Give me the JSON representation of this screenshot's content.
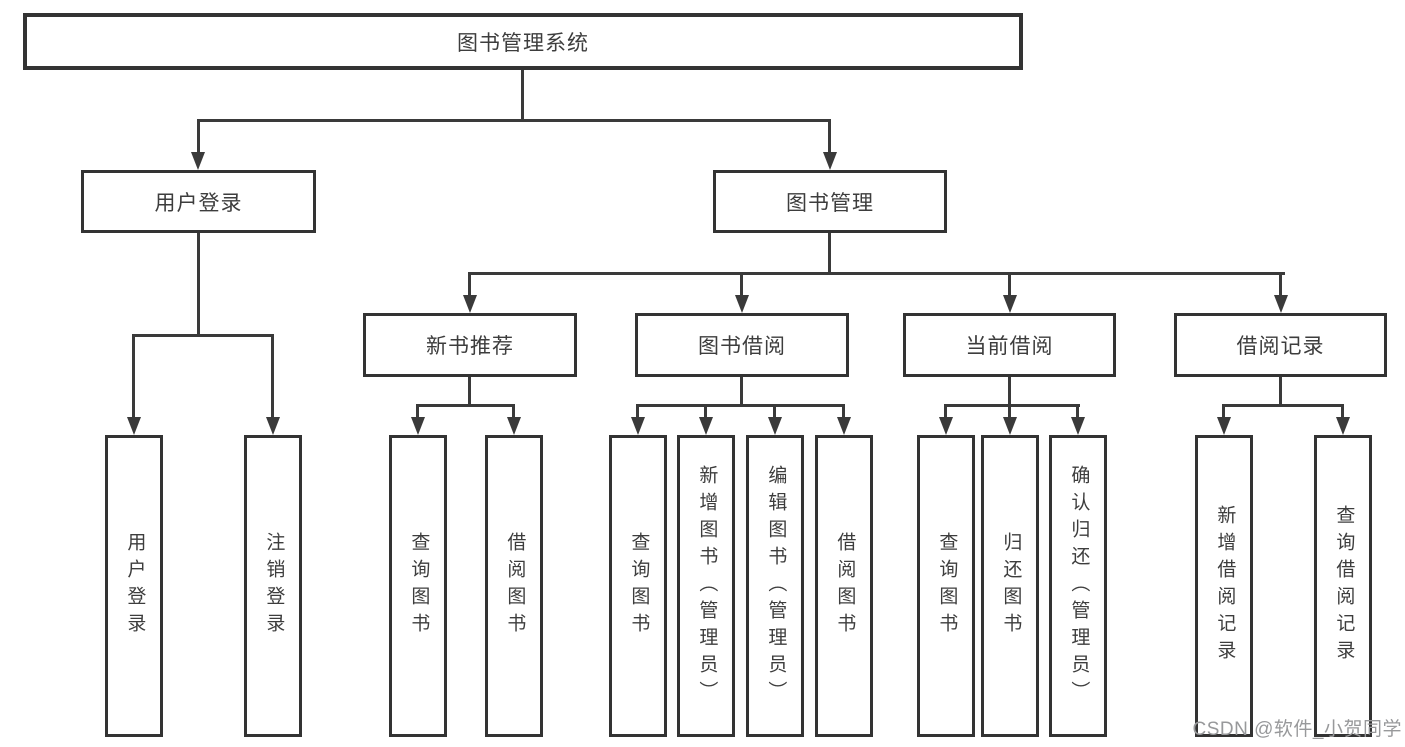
{
  "diagram": {
    "type": "tree",
    "root": {
      "label": "图书管理系统"
    },
    "branches": [
      {
        "label": "用户登录",
        "children": [
          {
            "label": "用户登录"
          },
          {
            "label": "注销登录"
          }
        ]
      },
      {
        "label": "图书管理",
        "children": [
          {
            "label": "新书推荐",
            "children": [
              {
                "label": "查询图书"
              },
              {
                "label": "借阅图书"
              }
            ]
          },
          {
            "label": "图书借阅",
            "children": [
              {
                "label": "查询图书"
              },
              {
                "label": "新增图书（管理员）"
              },
              {
                "label": "编辑图书（管理员）"
              },
              {
                "label": "借阅图书"
              }
            ]
          },
          {
            "label": "当前借阅",
            "children": [
              {
                "label": "查询图书"
              },
              {
                "label": "归还图书"
              },
              {
                "label": "确认归还（管理员）"
              }
            ]
          },
          {
            "label": "借阅记录",
            "children": [
              {
                "label": "新增借阅记录"
              },
              {
                "label": "查询借阅记录"
              }
            ]
          }
        ]
      }
    ]
  },
  "watermark": {
    "text": "CSDN @软件_小贺同学"
  },
  "colors": {
    "line": "#3a3a3a",
    "box_border": "#333333",
    "text": "#3d3d3d",
    "background": "#ffffff",
    "watermark": "#98999b"
  }
}
